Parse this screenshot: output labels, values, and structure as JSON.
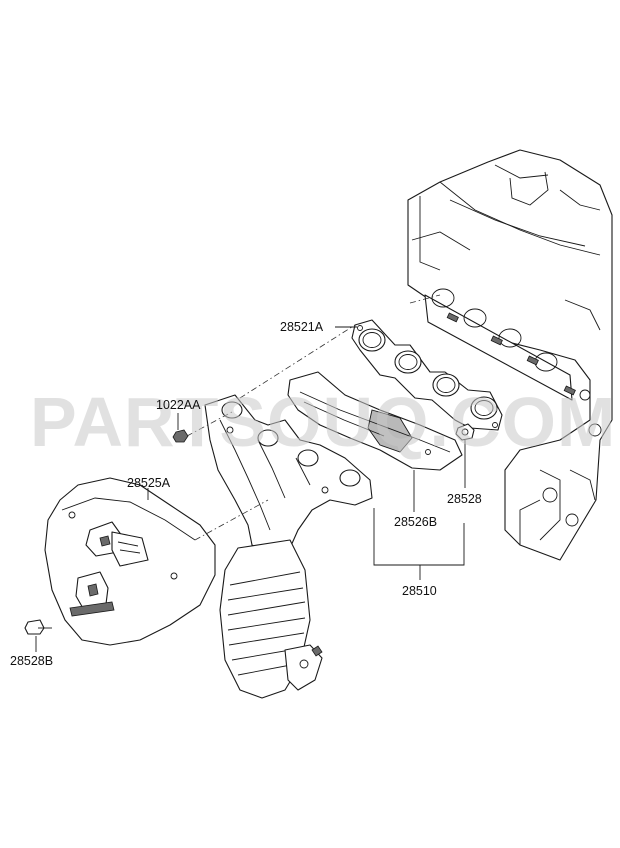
{
  "watermark": "PARTSOUQ.COM",
  "callouts": {
    "c_28521A": "28521A",
    "c_1022AA": "1022AA",
    "c_28525A": "28525A",
    "c_28528": "28528",
    "c_28526B": "28526B",
    "c_28510": "28510",
    "c_28528B": "28528B"
  }
}
